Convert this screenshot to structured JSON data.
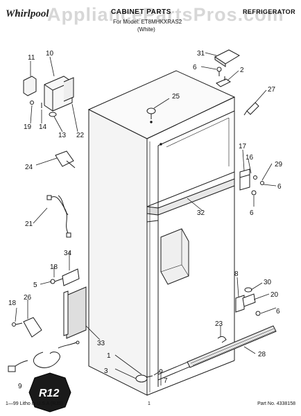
{
  "header": {
    "brand": "Whirlpool",
    "brand_mark": "®",
    "section_title": "CABINET PARTS",
    "model_line": "For Model: ET8MHKXRAS2",
    "color_line": "(White)",
    "category": "REFRIGERATOR"
  },
  "watermark": "AppliancePartsPros.com",
  "callouts": {
    "c1": "1",
    "c2": "2",
    "c3": "3",
    "c5": "5",
    "c6a": "6",
    "c6b": "6",
    "c6c": "6",
    "c6d": "6",
    "c7": "7",
    "c8": "8",
    "c9": "9",
    "c10": "10",
    "c11": "11",
    "c13": "13",
    "c14": "14",
    "c16": "16",
    "c17": "17",
    "c18a": "18",
    "c18b": "18",
    "c19": "19",
    "c20": "20",
    "c21": "21",
    "c22": "22",
    "c23": "23",
    "c24": "24",
    "c25": "25",
    "c26": "26",
    "c27": "27",
    "c28": "28",
    "c29": "29",
    "c30": "30",
    "c31": "31",
    "c32": "32",
    "c33": "33",
    "c34": "34"
  },
  "badge": "R12",
  "footer": {
    "left": "1—99 Litho in U.S.A (RJS)",
    "page": "1",
    "part_no": "Part No. 4338158"
  }
}
